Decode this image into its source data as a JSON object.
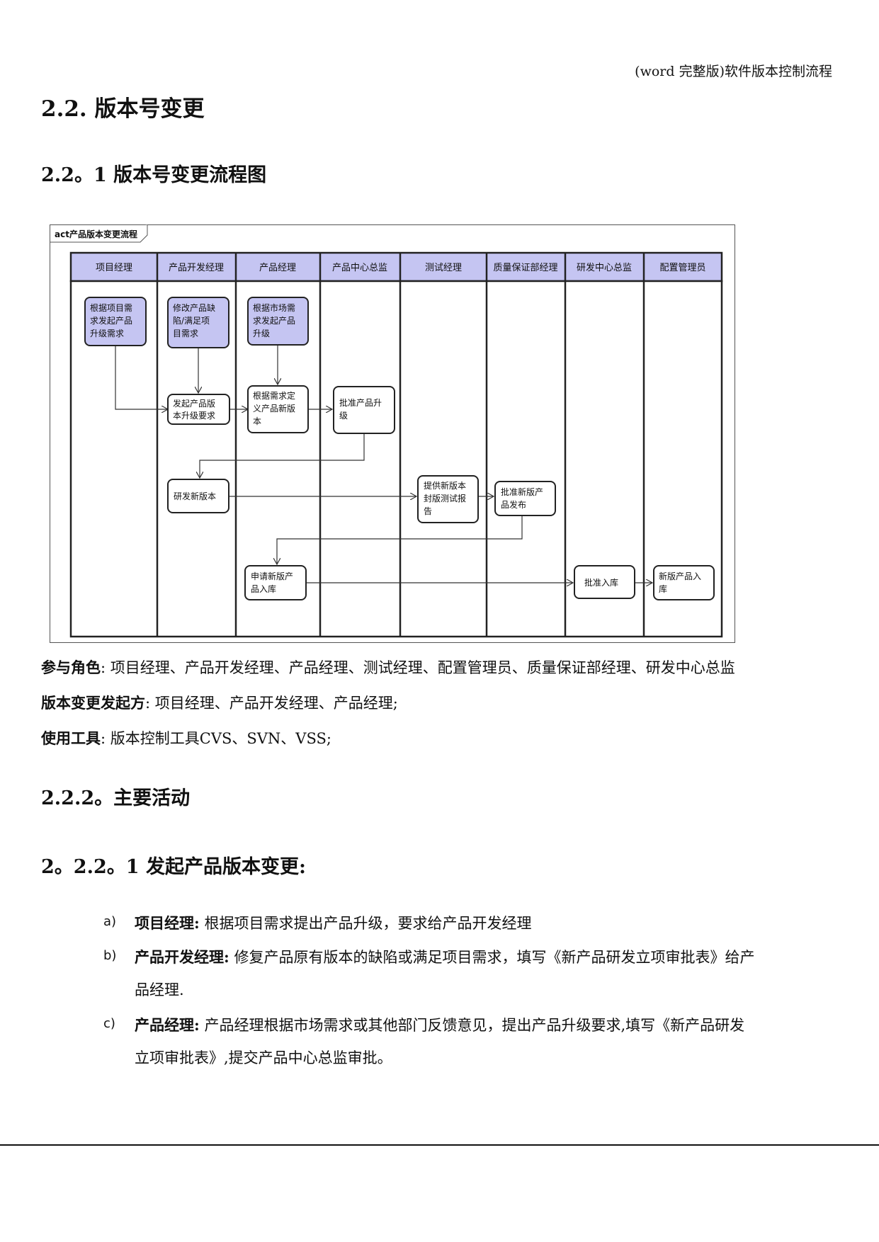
{
  "header_note": "(word 完整版)软件版本控制流程",
  "section_title": "2.2.  版本号变更",
  "subsection_title": "2.2。1 版本号变更流程图",
  "diagram": {
    "frame_title": "act产品版本变更流程",
    "lanes": [
      "项目经理",
      "产品开发经理",
      "产品经理",
      "产品中心总监",
      "测试经理",
      "质量保证部经理",
      "研发中心总监",
      "配置管理员"
    ],
    "nodes": {
      "n1": [
        "根据项目需",
        "求发起产品",
        "升级需求"
      ],
      "n2": [
        "修改产品缺",
        "陷/满足项",
        "目需求"
      ],
      "n3": [
        "根据市场需",
        "求发起产品",
        "升级"
      ],
      "n4": [
        "发起产品版",
        "本升级要求"
      ],
      "n5": [
        "根据需求定",
        "义产品新版",
        "本"
      ],
      "n6": [
        "批准产品升",
        "级"
      ],
      "n7": [
        "研发新版本"
      ],
      "n8": [
        "提供新版本",
        "封版测试报",
        "告"
      ],
      "n9": [
        "批准新版产",
        "品发布"
      ],
      "n10": [
        "申请新版产",
        "品入库"
      ],
      "n11": [
        "批准入库"
      ],
      "n12": [
        "新版产品入",
        "库"
      ]
    }
  },
  "roles": {
    "label": "参与角色",
    "text": ": 项目经理、产品开发经理、产品经理、测试经理、配置管理员、质量保证部经理、研发中心总监"
  },
  "initiators": {
    "label": "版本变更发起方",
    "text": ": 项目经理、产品开发经理、产品经理;"
  },
  "tools": {
    "label": "使用工具",
    "text": ": 版本控制工具CVS、SVN、VSS;"
  },
  "activities_title": "2.2.2。主要活动",
  "activity_1_title": "2。2.2。1 发起产品版本变更:",
  "items": [
    {
      "marker": "a)",
      "label": "项目经理:",
      "line1": " 根据项目需求提出产品升级，要求给产品开发经理",
      "line2": ""
    },
    {
      "marker": "b)",
      "label": "产品开发经理:",
      "line1": " 修复产品原有版本的缺陷或满足项目需求，填写《新产品研发立项审批表》给产",
      "line2": "品经理."
    },
    {
      "marker": "c)",
      "label": "产品经理:",
      "line1": "  产品经理根据市场需求或其他部门反馈意见，提出产品升级要求,填写《新产品研发",
      "line2": "立项审批表》,提交产品中心总监审批。"
    }
  ]
}
